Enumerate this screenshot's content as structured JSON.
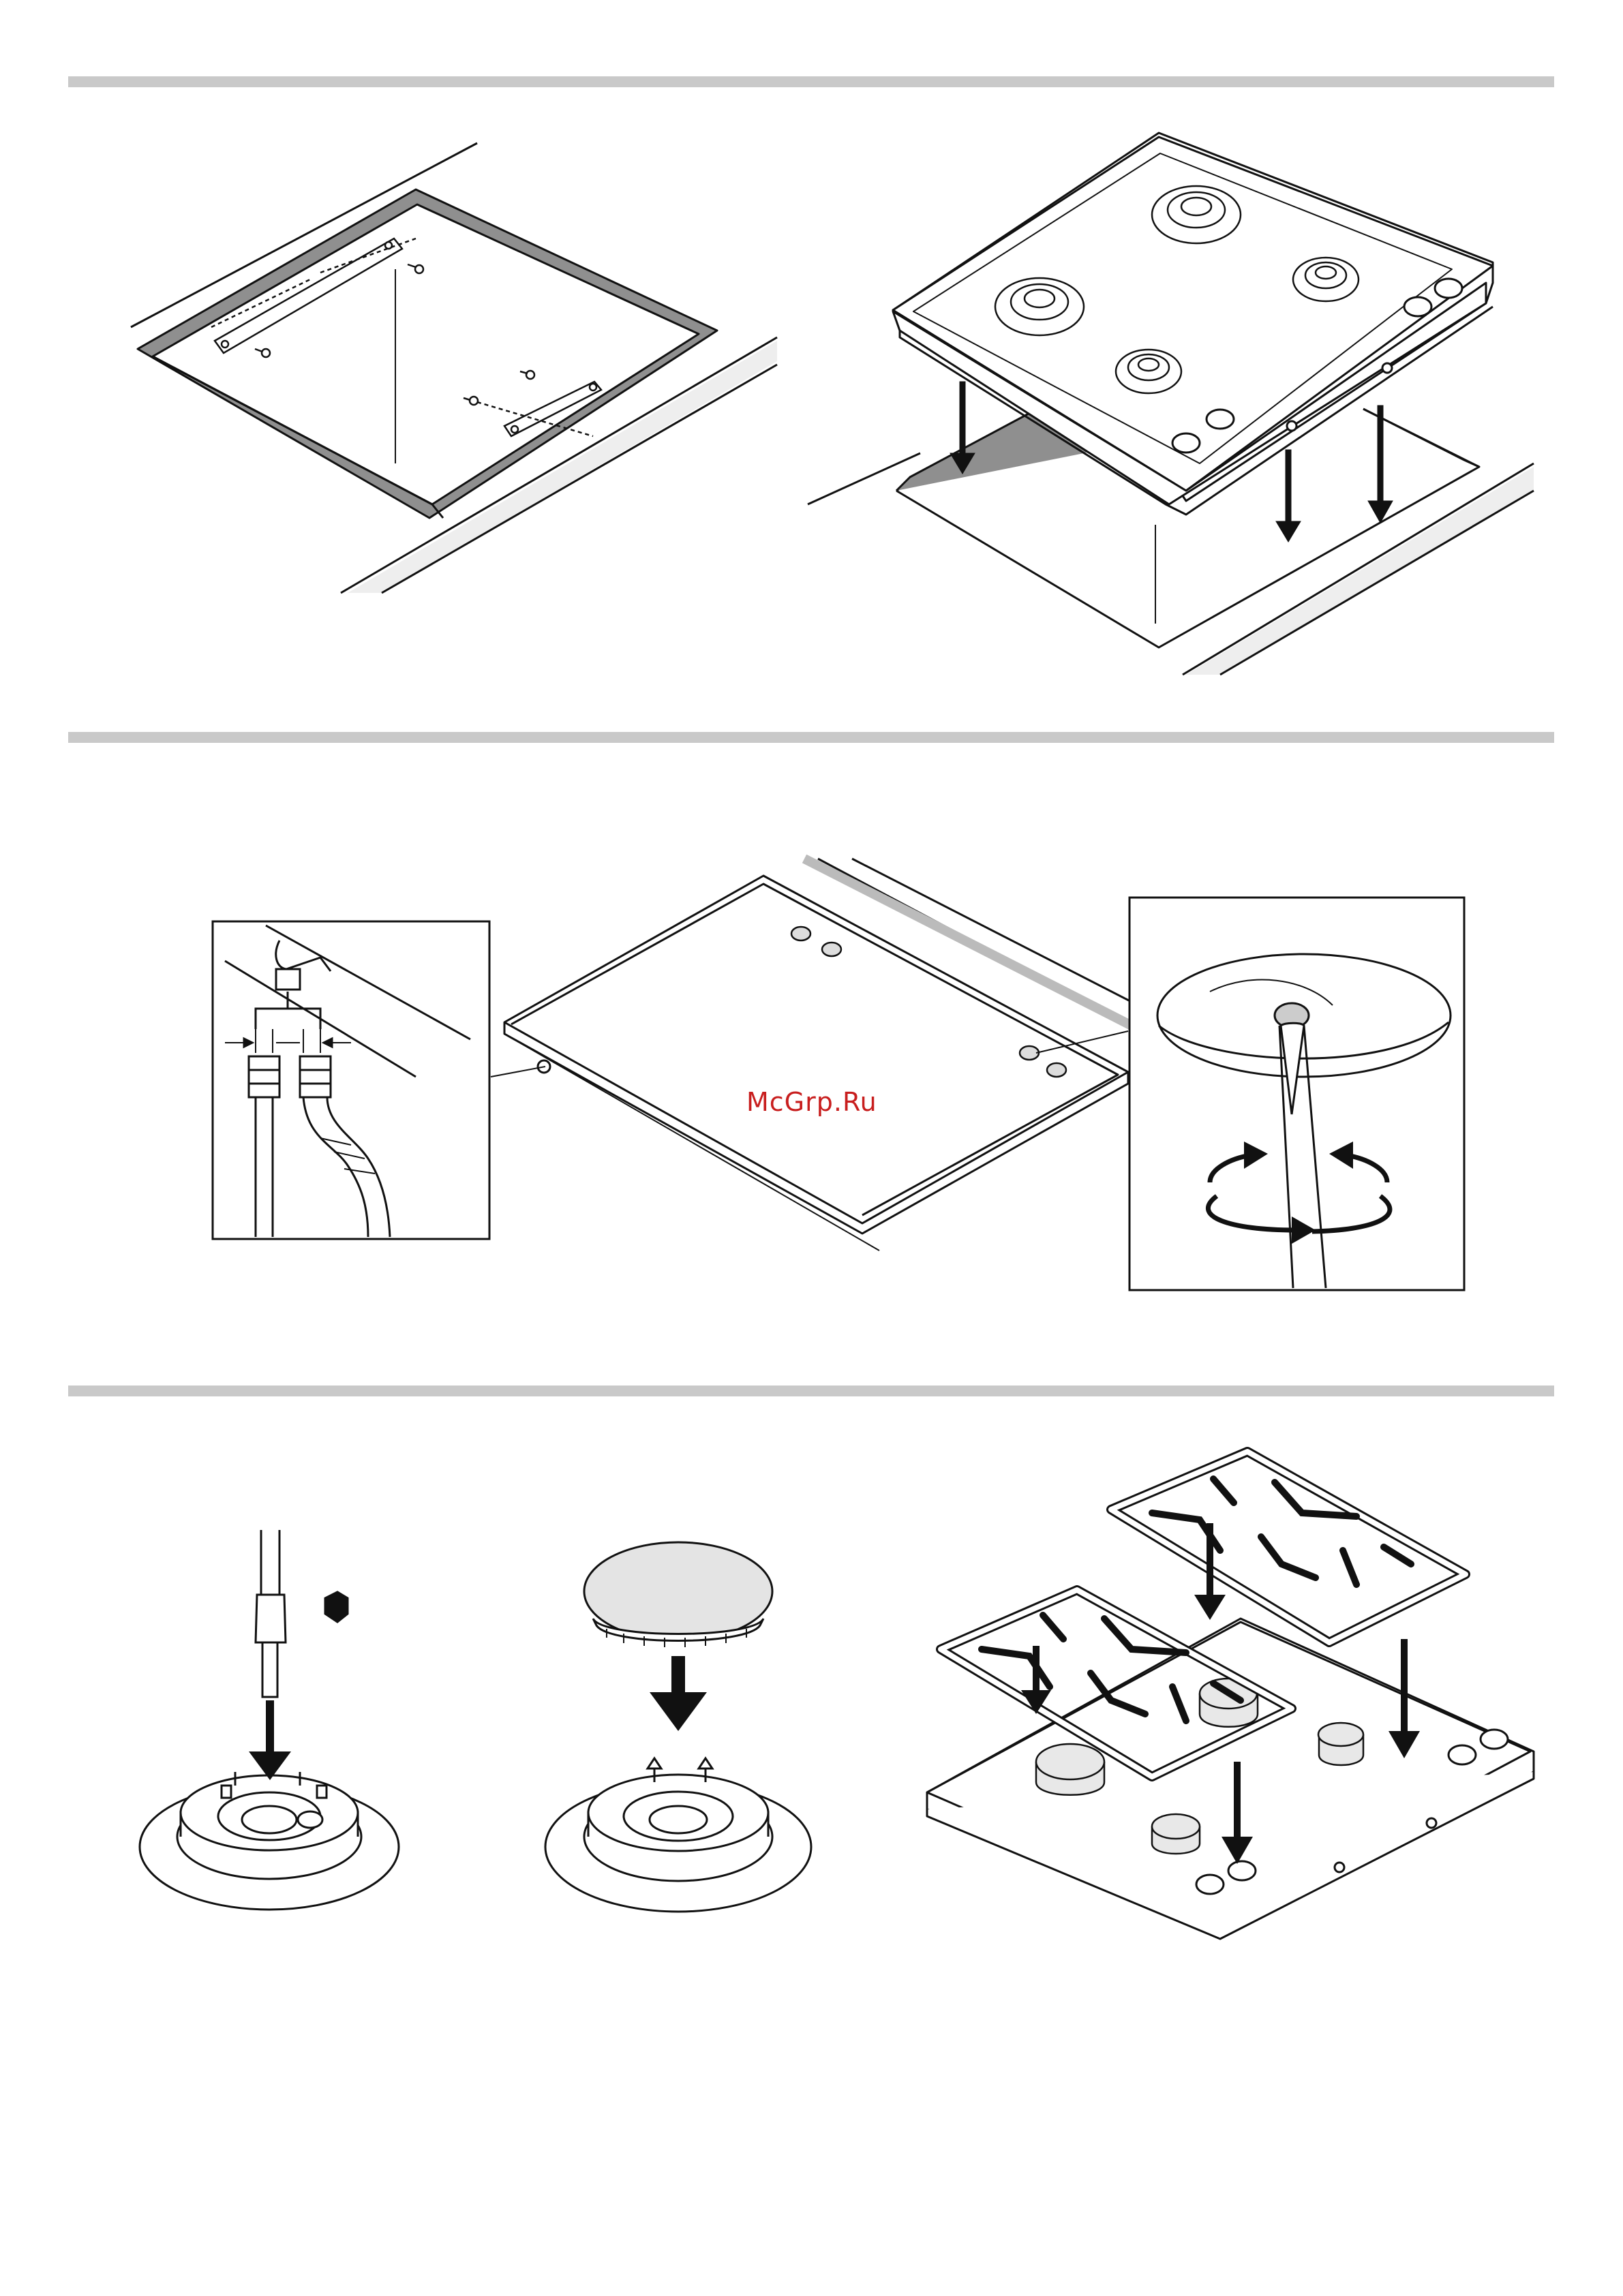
{
  "watermark": {
    "text": "McGrp.Ru",
    "color": "#c81e1e"
  },
  "colors": {
    "line": "#111111",
    "bar": "#c9c9c9",
    "surface": "#eeeeee",
    "cut_edge": "#888888"
  },
  "sections": [
    {
      "figures": [
        "cutout-with-brackets",
        "hob-lowered-into-cutout"
      ]
    },
    {
      "figures": [
        "gas-connection-detail",
        "hob-underside",
        "screw-adjustment-detail"
      ]
    },
    {
      "figures": [
        "injector-replacement",
        "burner-cap-placement",
        "pan-supports-placement"
      ]
    }
  ]
}
